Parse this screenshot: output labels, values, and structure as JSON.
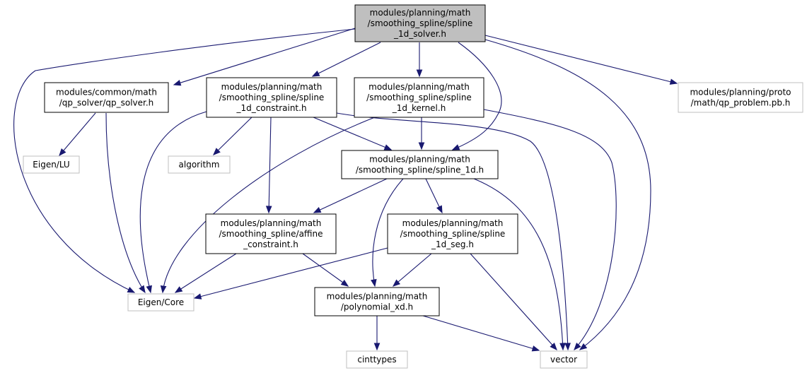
{
  "colors": {
    "edge": "#191970",
    "focus_fill": "#bfbfbf",
    "internal_border": "#000000",
    "external_border": "#bfbfbf",
    "background": "#ffffff"
  },
  "nodes": [
    {
      "id": "spline_1d_solver",
      "kind": "focus",
      "lines": [
        "modules/planning/math",
        "/smoothing_spline/spline",
        "_1d_solver.h"
      ]
    },
    {
      "id": "qp_solver",
      "kind": "internal",
      "lines": [
        "modules/common/math",
        "/qp_solver/qp_solver.h"
      ]
    },
    {
      "id": "spline_1d_constraint",
      "kind": "internal",
      "lines": [
        "modules/planning/math",
        "/smoothing_spline/spline",
        "_1d_constraint.h"
      ]
    },
    {
      "id": "spline_1d_kernel",
      "kind": "internal",
      "lines": [
        "modules/planning/math",
        "/smoothing_spline/spline",
        "_1d_kernel.h"
      ]
    },
    {
      "id": "qp_problem_pb",
      "kind": "external",
      "lines": [
        "modules/planning/proto",
        "/math/qp_problem.pb.h"
      ]
    },
    {
      "id": "eigen_lu",
      "kind": "external",
      "lines": [
        "Eigen/LU"
      ]
    },
    {
      "id": "algorithm",
      "kind": "external",
      "lines": [
        "algorithm"
      ]
    },
    {
      "id": "spline_1d",
      "kind": "internal",
      "lines": [
        "modules/planning/math",
        "/smoothing_spline/spline_1d.h"
      ]
    },
    {
      "id": "affine_constraint",
      "kind": "internal",
      "lines": [
        "modules/planning/math",
        "/smoothing_spline/affine",
        "_constraint.h"
      ]
    },
    {
      "id": "spline_1d_seg",
      "kind": "internal",
      "lines": [
        "modules/planning/math",
        "/smoothing_spline/spline",
        "_1d_seg.h"
      ]
    },
    {
      "id": "eigen_core",
      "kind": "external",
      "lines": [
        "Eigen/Core"
      ]
    },
    {
      "id": "polynomial_xd",
      "kind": "internal",
      "lines": [
        "modules/planning/math",
        "/polynomial_xd.h"
      ]
    },
    {
      "id": "cinttypes",
      "kind": "external",
      "lines": [
        "cinttypes"
      ]
    },
    {
      "id": "vector",
      "kind": "external",
      "lines": [
        "vector"
      ]
    }
  ],
  "edges": [
    {
      "from": "spline_1d_solver",
      "to": "qp_solver"
    },
    {
      "from": "spline_1d_solver",
      "to": "spline_1d_constraint"
    },
    {
      "from": "spline_1d_solver",
      "to": "spline_1d_kernel"
    },
    {
      "from": "spline_1d_solver",
      "to": "qp_problem_pb"
    },
    {
      "from": "spline_1d_solver",
      "to": "eigen_core"
    },
    {
      "from": "spline_1d_solver",
      "to": "spline_1d"
    },
    {
      "from": "spline_1d_solver",
      "to": "vector"
    },
    {
      "from": "qp_solver",
      "to": "eigen_lu"
    },
    {
      "from": "qp_solver",
      "to": "eigen_core"
    },
    {
      "from": "spline_1d_constraint",
      "to": "algorithm"
    },
    {
      "from": "spline_1d_constraint",
      "to": "spline_1d"
    },
    {
      "from": "spline_1d_constraint",
      "to": "affine_constraint"
    },
    {
      "from": "spline_1d_constraint",
      "to": "eigen_core"
    },
    {
      "from": "spline_1d_constraint",
      "to": "vector"
    },
    {
      "from": "spline_1d_kernel",
      "to": "spline_1d"
    },
    {
      "from": "spline_1d_kernel",
      "to": "eigen_core"
    },
    {
      "from": "spline_1d_kernel",
      "to": "vector"
    },
    {
      "from": "spline_1d",
      "to": "affine_constraint"
    },
    {
      "from": "spline_1d",
      "to": "spline_1d_seg"
    },
    {
      "from": "spline_1d",
      "to": "polynomial_xd"
    },
    {
      "from": "spline_1d",
      "to": "vector"
    },
    {
      "from": "affine_constraint",
      "to": "eigen_core"
    },
    {
      "from": "affine_constraint",
      "to": "polynomial_xd"
    },
    {
      "from": "spline_1d_seg",
      "to": "eigen_core"
    },
    {
      "from": "spline_1d_seg",
      "to": "polynomial_xd"
    },
    {
      "from": "spline_1d_seg",
      "to": "vector"
    },
    {
      "from": "polynomial_xd",
      "to": "cinttypes"
    },
    {
      "from": "polynomial_xd",
      "to": "vector"
    }
  ]
}
